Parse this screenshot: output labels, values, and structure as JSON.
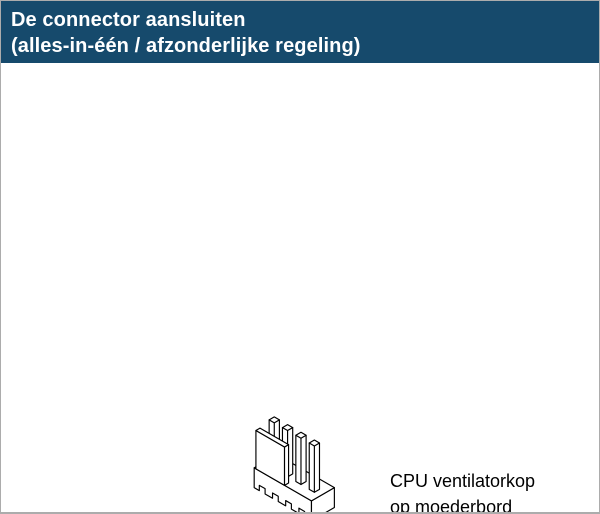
{
  "page": {
    "background": "#FFFFFF",
    "border_color": "#ACACAC"
  },
  "header": {
    "title_line1": "De connector aansluiten",
    "title_line2": "(alles-in-één / afzonderlijke regeling)",
    "background_color": "#164A6C",
    "text_color": "#FFFFFF"
  },
  "figure": {
    "illustration_name": "cpu-fan-header-4pin-isometric-line-drawing",
    "line_color": "#000000",
    "caption": {
      "line1": "CPU ventilatorkop",
      "line2": "op moederbord",
      "text_color": "#000000"
    }
  }
}
